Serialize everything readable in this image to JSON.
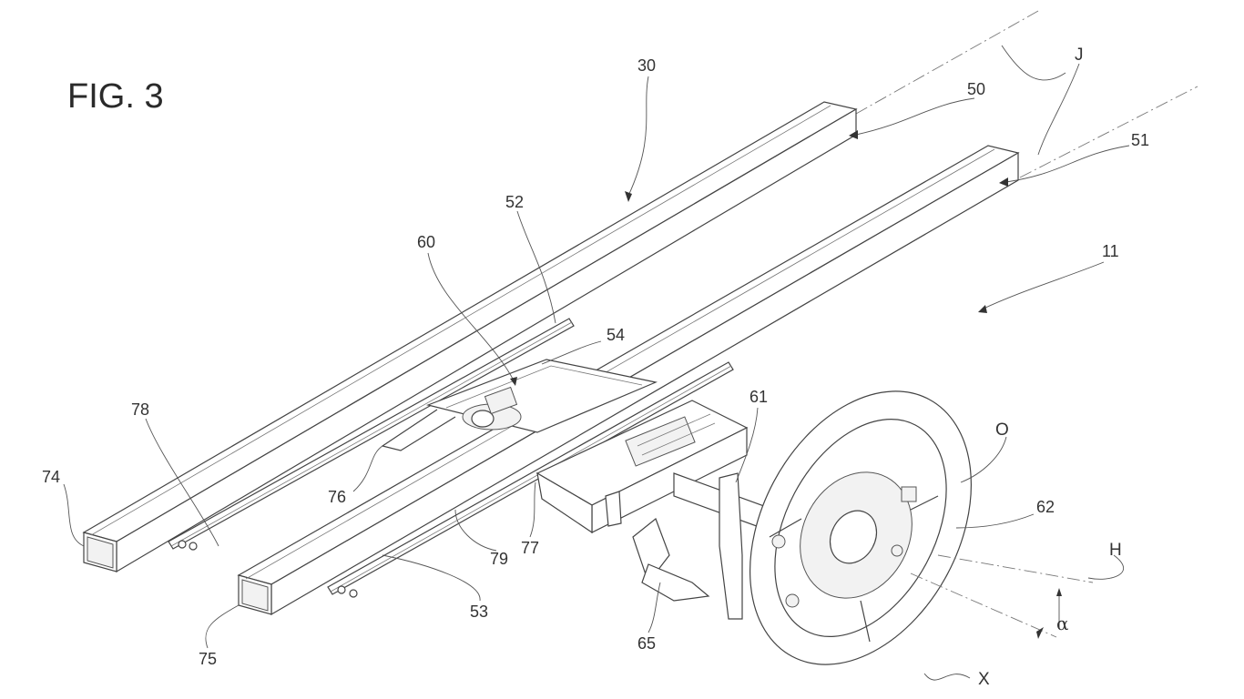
{
  "figure": {
    "title": "FIG. 3",
    "references": {
      "r30": "30",
      "r50": "50",
      "r51": "51",
      "rJ": "J",
      "r52": "52",
      "r60": "60",
      "r11": "11",
      "r54": "54",
      "r61": "61",
      "r78": "78",
      "r74": "74",
      "r76": "76",
      "rO": "O",
      "r62": "62",
      "r77": "77",
      "r79": "79",
      "rH": "H",
      "r53": "53",
      "r65": "65",
      "rAlpha": "α",
      "r75": "75",
      "rX": "X"
    }
  }
}
